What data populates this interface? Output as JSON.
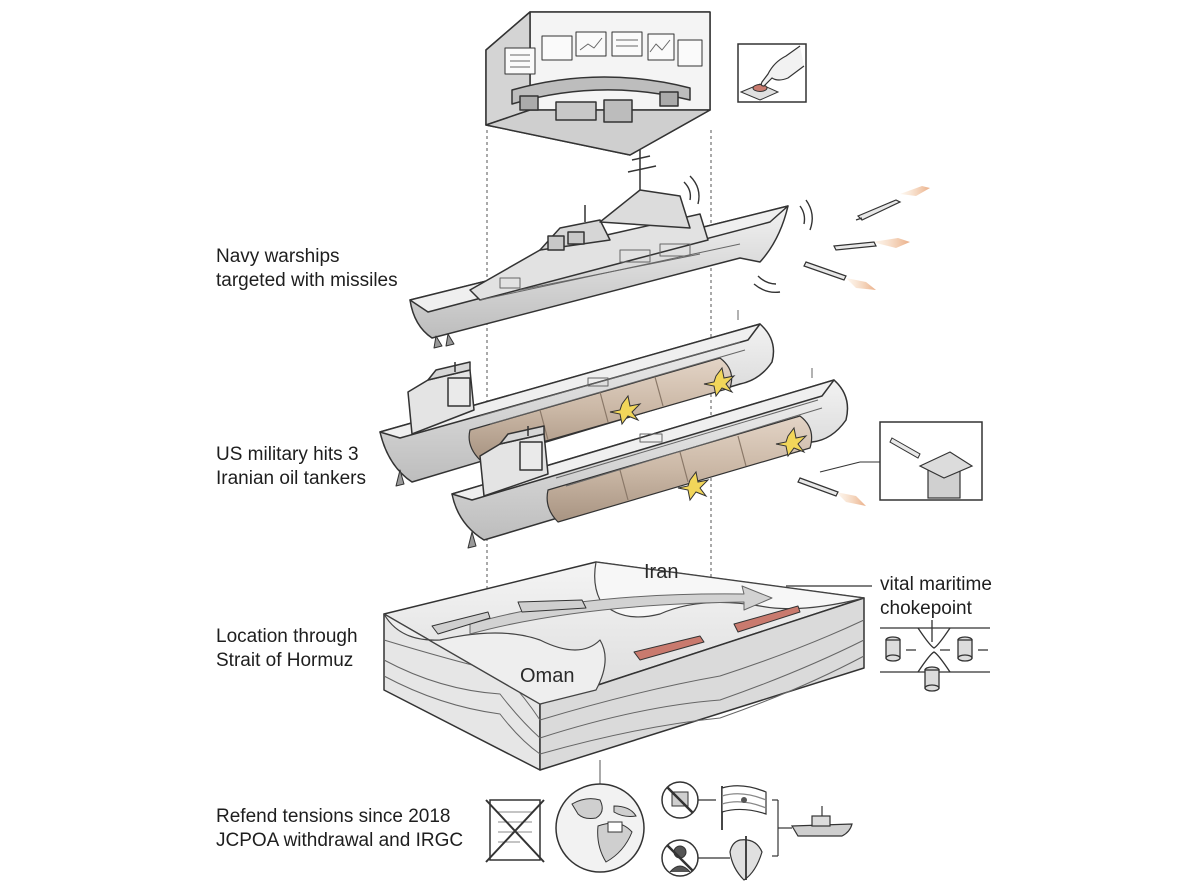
{
  "labels": {
    "warships": [
      "Navy warships",
      "targeted with missiles"
    ],
    "tankers": [
      "US military hits 3",
      "Iranian oil tankers"
    ],
    "location": [
      "Location through",
      "Strait of Hormuz"
    ],
    "tensions": [
      "Refend tensions since 2018",
      "JCPOA withdrawal and IRGC"
    ],
    "chokepoint": [
      "vital maritime",
      "chokepoint"
    ]
  },
  "map": {
    "north_region": "Iran",
    "south_region": "Oman"
  },
  "layers": [
    {
      "id": "control-room",
      "icon": "control-room-icon"
    },
    {
      "id": "warship",
      "icon": "destroyer-warship-icon"
    },
    {
      "id": "tankers",
      "icon": "oil-tanker-icon"
    },
    {
      "id": "strait-map",
      "icon": "strait-map-block-icon"
    },
    {
      "id": "context",
      "icon": "context-icons-row"
    }
  ],
  "colors": {
    "line": "#333333",
    "hull": "#d9d9d9",
    "deck": "#eeeeee",
    "oil_tank": "#cbb8a6",
    "red_tanker": "#c97a6e",
    "explosion": "#f2d65a"
  }
}
